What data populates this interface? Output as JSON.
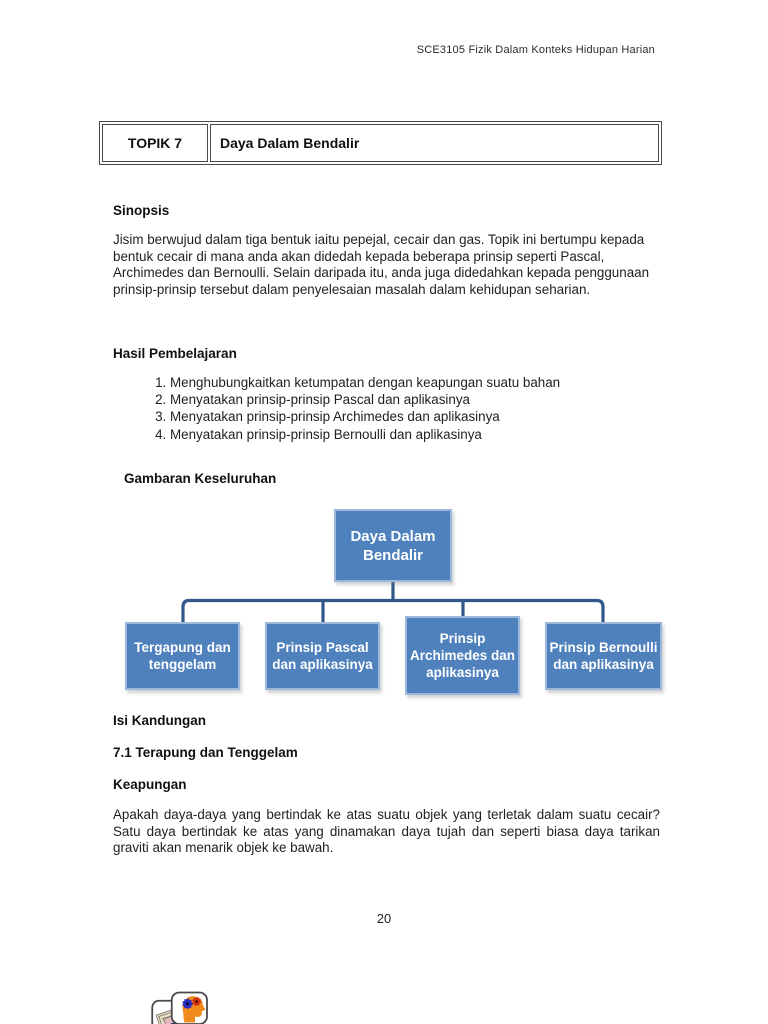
{
  "header": {
    "course": "SCE3105 Fizik Dalam Konteks Hidupan Harian"
  },
  "topic_table": {
    "code": "TOPIK 7",
    "title": "Daya Dalam Bendalir"
  },
  "sections": {
    "sinopsis": {
      "heading": "Sinopsis",
      "body": "Jisim berwujud dalam tiga bentuk iaitu pepejal, cecair dan gas. Topik ini bertumpu kepada bentuk cecair di mana anda akan didedah kepada beberapa prinsip seperti Pascal, Archimedes dan Bernoulli. Selain daripada itu, anda juga didedahkan kepada penggunaan prinsip-prinsip tersebut dalam penyelesaian masalah dalam kehidupan seharian."
    },
    "hasil": {
      "heading": "Hasil Pembelajaran",
      "items": [
        "Menghubungkaitkan ketumpatan dengan keapungan suatu bahan",
        "Menyatakan prinsip-prinsip Pascal dan aplikasinya",
        "Menyatakan prinsip-prinsip Archimedes dan aplikasinya",
        "Menyatakan prinsip-prinsip Bernoulli dan aplikasinya"
      ]
    },
    "gambaran": {
      "heading": "Gambaran Keseluruhan"
    },
    "isi": {
      "heading": "Isi Kandungan"
    },
    "topic71": {
      "heading": "7.1  Terapung dan Tenggelam"
    },
    "keapungan": {
      "heading": "Keapungan",
      "body": "Apakah daya-daya yang bertindak ke atas suatu objek yang terletak dalam suatu cecair?  Satu daya bertindak ke atas yang dinamakan daya tujah dan seperti biasa daya tarikan graviti akan menarik objek ke bawah."
    }
  },
  "diagram": {
    "type": "org-chart",
    "root": {
      "label": "Daya Dalam Bendalir"
    },
    "children": [
      "Tergapung dan tenggelam",
      "Prinsip Pascal dan aplikasinya",
      "Prinsip Archimedes dan aplikasinya",
      "Prinsip Bernoulli dan aplikasinya"
    ],
    "colors": {
      "box_fill": "#4f81bd",
      "box_border": "#9db8da",
      "box_text": "#ffffff",
      "connector": "#31568a"
    }
  },
  "footer": {
    "page_number": "20",
    "logo": "thinking-head-gears-logo"
  }
}
